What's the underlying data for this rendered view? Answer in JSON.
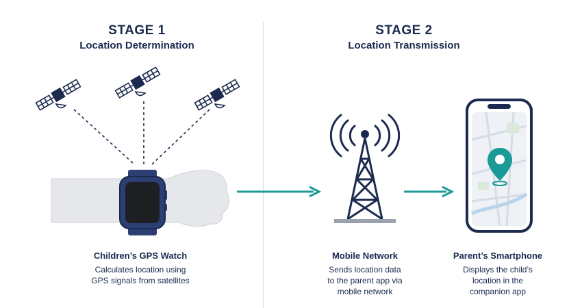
{
  "stage1": {
    "title": "STAGE 1",
    "subtitle": "Location Determination"
  },
  "stage2": {
    "title": "STAGE 2",
    "subtitle": "Location Transmission"
  },
  "watch": {
    "title": "Children’s GPS Watch",
    "desc_line1": "Calculates location using",
    "desc_line2": "GPS signals from satellites"
  },
  "network": {
    "title": "Mobile Network",
    "desc_line1": "Sends location data",
    "desc_line2": "to the parent app via",
    "desc_line3": "mobile network"
  },
  "phone": {
    "title": "Parent’s Smartphone",
    "desc_line1": "Displays the child’s",
    "desc_line2": "location in the",
    "desc_line3": "companion app"
  },
  "colors": {
    "navy": "#1b2a4e",
    "teal": "#1a9a96",
    "arm": "#e5e7eb",
    "divider": "#d7dce4"
  },
  "icons": [
    "satellite-icon",
    "gps-watch-icon",
    "wrist-icon",
    "cell-tower-icon",
    "smartphone-icon",
    "map-pin-icon",
    "arrow-right-icon"
  ]
}
